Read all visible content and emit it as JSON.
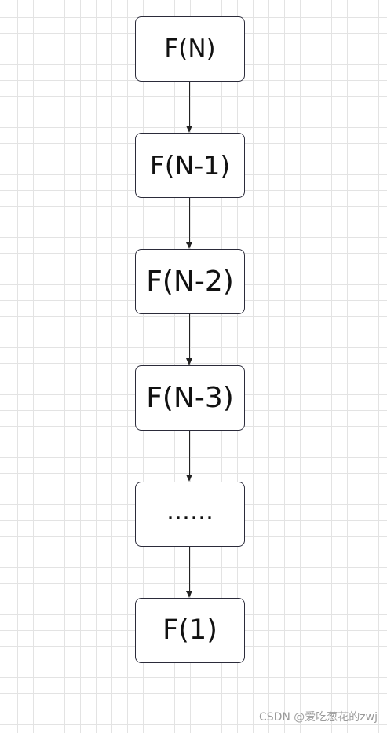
{
  "diagram": {
    "nodes": [
      {
        "id": "f-n",
        "label": "F(N)"
      },
      {
        "id": "f-n-1",
        "label": "F(N-1)"
      },
      {
        "id": "f-n-2",
        "label": "F(N-2)"
      },
      {
        "id": "f-n-3",
        "label": "F(N-3)"
      },
      {
        "id": "ellipsis",
        "label": "……"
      },
      {
        "id": "f-1",
        "label": "F(1)"
      }
    ],
    "edges": [
      {
        "from": "f-n",
        "to": "f-n-1"
      },
      {
        "from": "f-n-1",
        "to": "f-n-2"
      },
      {
        "from": "f-n-2",
        "to": "f-n-3"
      },
      {
        "from": "f-n-3",
        "to": "ellipsis"
      },
      {
        "from": "ellipsis",
        "to": "f-1"
      }
    ]
  },
  "watermark": {
    "text": "CSDN @爱吃葱花的zwj"
  }
}
